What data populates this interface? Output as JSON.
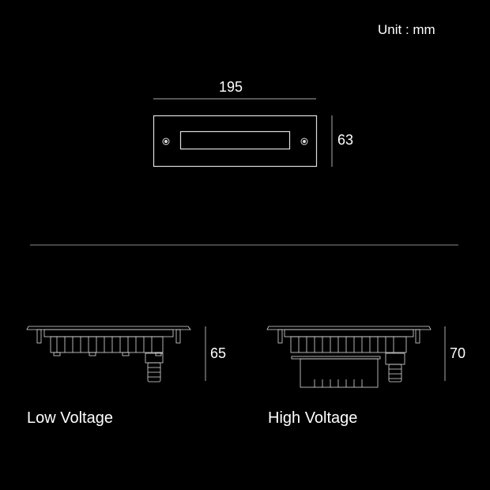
{
  "unit_label": "Unit : mm",
  "top_view": {
    "width_label": "195",
    "height_label": "63"
  },
  "low_voltage": {
    "title": "Low Voltage",
    "height_label": "65"
  },
  "high_voltage": {
    "title": "High Voltage",
    "height_label": "70"
  }
}
